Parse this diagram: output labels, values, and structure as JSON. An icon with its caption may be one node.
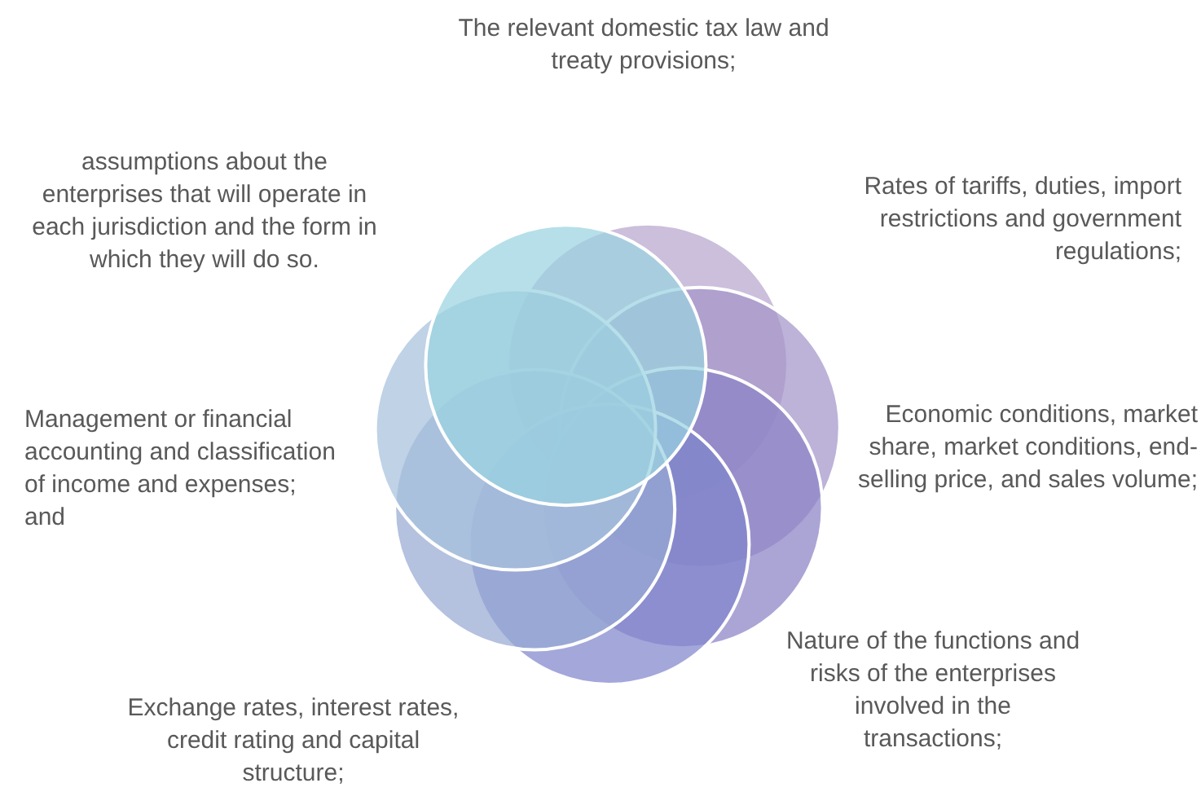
{
  "diagram": {
    "labels": [
      "The relevant domestic tax law and treaty provisions;",
      "assumptions about the enterprises that will operate in each jurisdiction and the form in which they will do so.",
      "Rates of tariffs, duties, import restrictions and government regulations;",
      "Economic conditions, market share, market conditions, end-selling price, and sales volume;",
      "Management or financial accounting and classification of income and expenses; and",
      "Nature of the functions and risks of the enterprises involved in the transactions;",
      "Exchange rates, interest rates, credit rating and capital structure;"
    ]
  }
}
